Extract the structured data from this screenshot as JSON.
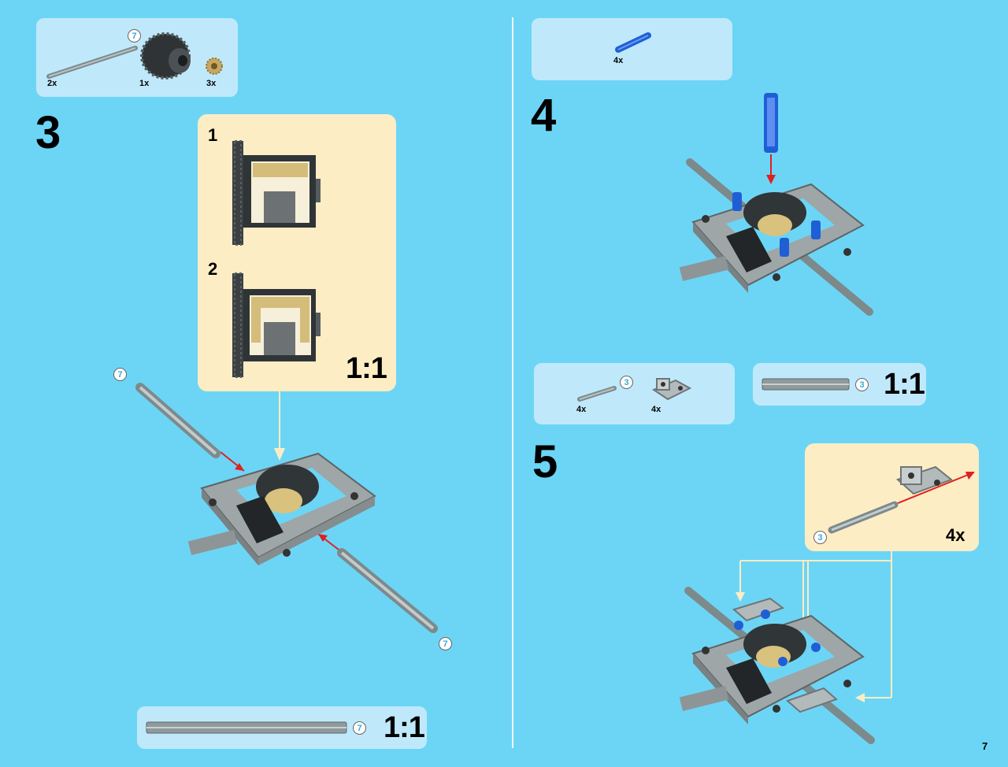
{
  "page": {
    "number": "7"
  },
  "step3": {
    "number": "3",
    "parts": [
      {
        "qty": "2x",
        "callout": "7",
        "icon": "axle-7-icon"
      },
      {
        "qty": "1x",
        "icon": "differential-gear-icon"
      },
      {
        "qty": "3x",
        "icon": "bevel-gear-12-icon"
      }
    ],
    "submodel": {
      "steps": [
        "1",
        "2"
      ],
      "scale": "1:1"
    },
    "axle_callouts": [
      "7",
      "7"
    ],
    "ruler": {
      "callout": "7",
      "scale": "1:1"
    }
  },
  "step4": {
    "number": "4",
    "parts": [
      {
        "qty": "4x",
        "icon": "blue-pin-icon"
      }
    ]
  },
  "step5": {
    "number": "5",
    "parts": [
      {
        "qty": "4x",
        "callout": "3",
        "icon": "axle-3-icon"
      },
      {
        "qty": "4x",
        "icon": "cross-block-icon"
      }
    ],
    "ruler": {
      "callout": "3",
      "scale": "1:1"
    },
    "submodel": {
      "callout": "3",
      "qty": "4x"
    }
  },
  "colors": {
    "background": "#6cd5f5",
    "panel": "#bfe9fb",
    "callout_box": "#fdedc4",
    "arrow": "#e02020",
    "pin": "#1f5fd6"
  }
}
